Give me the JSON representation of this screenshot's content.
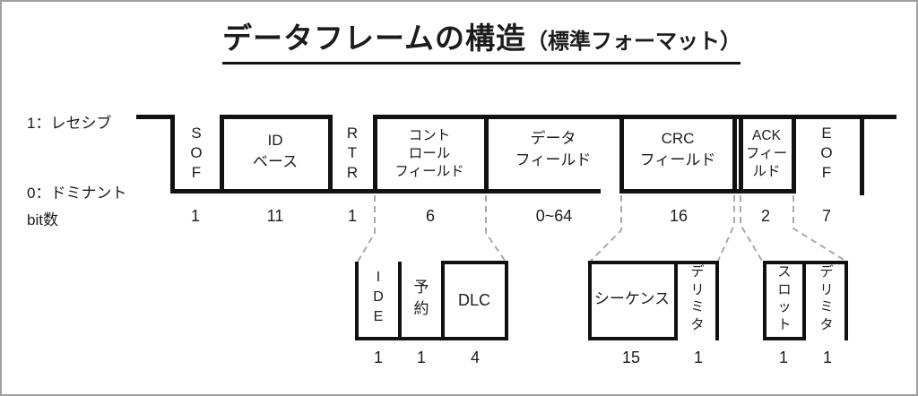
{
  "title": {
    "main": "データフレームの構造",
    "sub": "（標準フォーマット）"
  },
  "legend": {
    "recessive": "1：レセシブ",
    "dominant": "0：ドミナント",
    "bit_count": "bit数"
  },
  "fields": {
    "sof": {
      "label": "S\nO\nF",
      "bits": "1"
    },
    "id_base": {
      "label": "ID\nベース",
      "bits": "11"
    },
    "rtr": {
      "label": "R\nT\nR",
      "bits": "1"
    },
    "control": {
      "label": "コント\nロール\nフィールド",
      "bits": "6"
    },
    "data": {
      "label": "データ\nフィールド",
      "bits": "0~64"
    },
    "crc": {
      "label": "CRC\nフィールド",
      "bits": "16"
    },
    "ack": {
      "label": "ACK\nフィー\nルド",
      "bits": "2"
    },
    "eof": {
      "label": "E\nO\nF",
      "bits": "7"
    }
  },
  "control_detail": {
    "ide": {
      "label": "I\nD\nE",
      "bits": "1"
    },
    "reserved": {
      "label": "予\n約",
      "bits": "1"
    },
    "dlc": {
      "label": "DLC",
      "bits": "4"
    }
  },
  "crc_detail": {
    "sequence": {
      "label": "シーケンス",
      "bits": "15"
    },
    "delimiter": {
      "label": "デ\nリ\nミ\nタ",
      "bits": "1"
    }
  },
  "ack_detail": {
    "slot": {
      "label": "ス\nロ\nッ\nト",
      "bits": "1"
    },
    "delimiter": {
      "label": "デ\nリ\nミ\nタ",
      "bits": "1"
    }
  },
  "colors": {
    "line": "#111111",
    "dashed": "#a9a9a9",
    "border": "#a0a0a0",
    "background": "#ffffff",
    "text": "#1c1c1c"
  }
}
